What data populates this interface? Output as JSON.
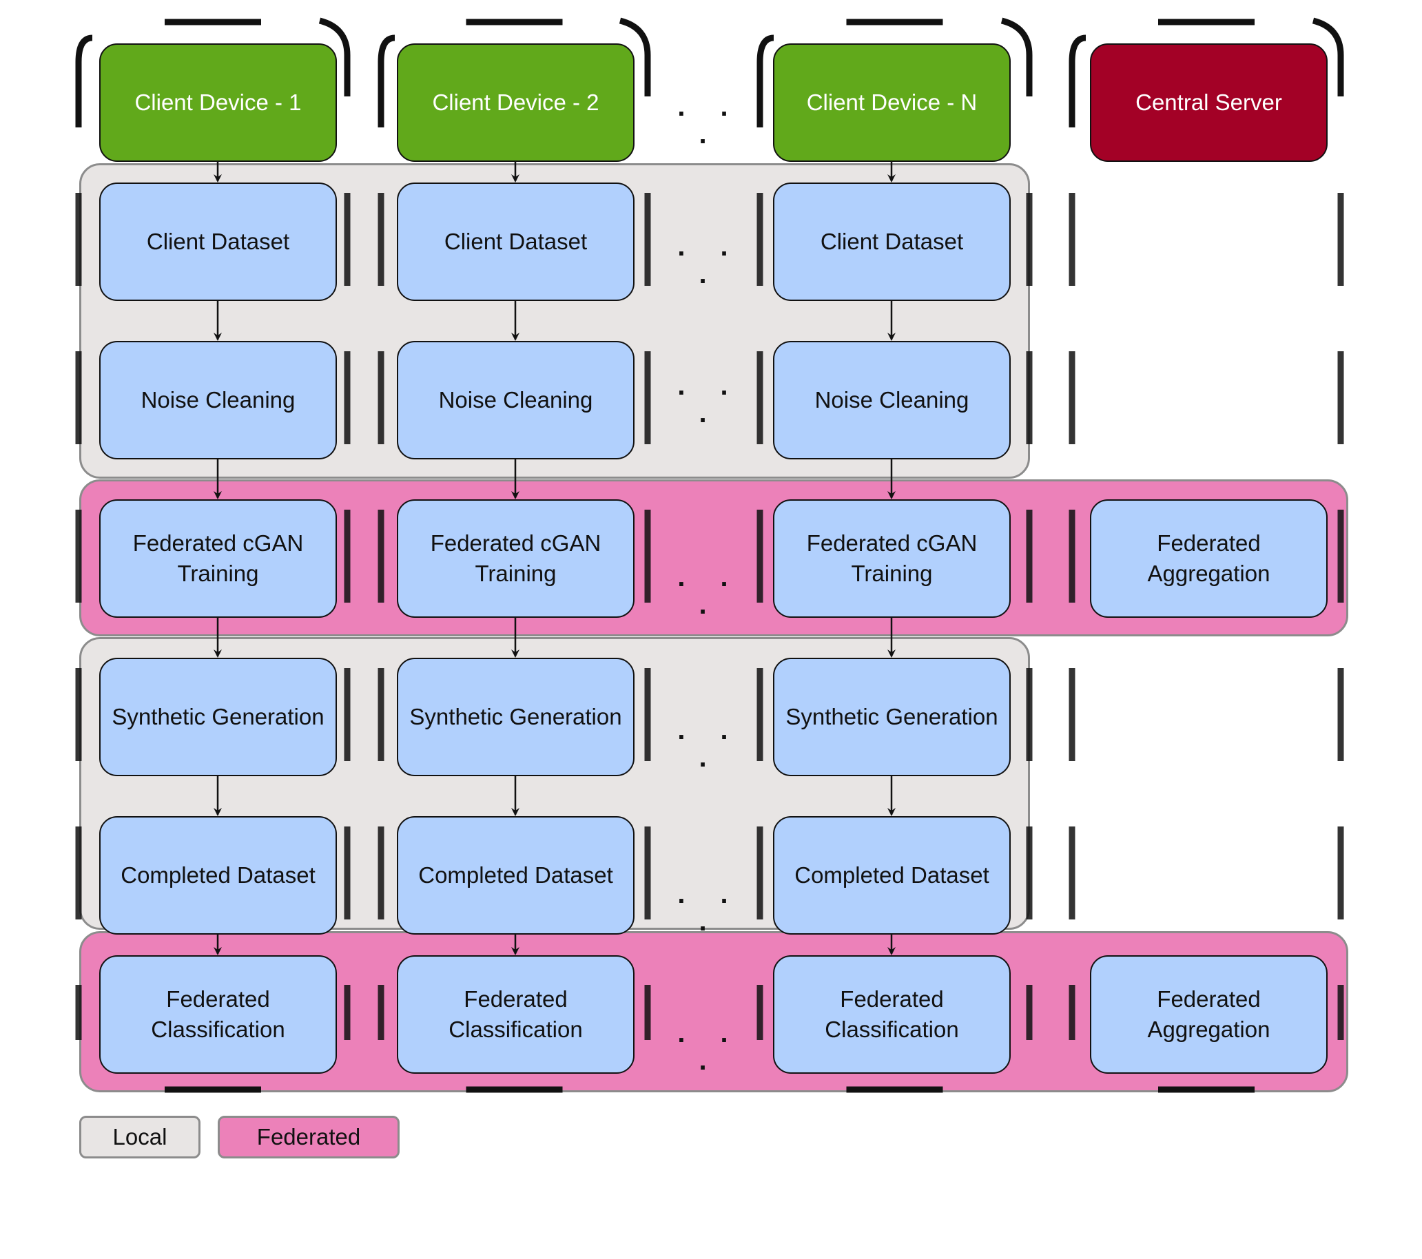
{
  "columns": [
    {
      "header": "Client Device - 1",
      "role": "client",
      "steps": [
        "Client Dataset",
        "Noise Cleaning",
        "Federated cGAN Training",
        "Synthetic Generation",
        "Completed Dataset",
        "Federated Classification"
      ]
    },
    {
      "header": "Client Device - 2",
      "role": "client",
      "steps": [
        "Client Dataset",
        "Noise Cleaning",
        "Federated cGAN Training",
        "Synthetic Generation",
        "Completed Dataset",
        "Federated Classification"
      ]
    },
    {
      "header": "Client Device - N",
      "role": "client",
      "steps": [
        "Client Dataset",
        "Noise Cleaning",
        "Federated cGAN Training",
        "Synthetic Generation",
        "Completed Dataset",
        "Federated Classification"
      ]
    },
    {
      "header": "Central Server",
      "role": "server",
      "steps": [
        "",
        "",
        "Federated Aggregation",
        "",
        "",
        "Federated Aggregation"
      ]
    }
  ],
  "ellipsis": ". . .",
  "legend": {
    "local": "Local",
    "federated": "Federated"
  },
  "colors": {
    "client_header": "#61a91b",
    "server_header": "#a30126",
    "step_box": "#b1d0fd",
    "local_band": "#e8e5e4",
    "federated_band": "#ec81b9"
  }
}
